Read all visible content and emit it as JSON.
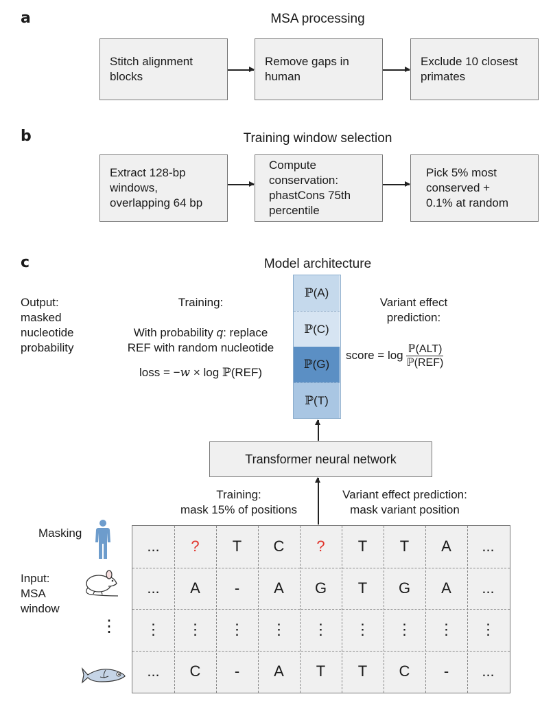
{
  "panel_a": {
    "letter": "a",
    "title": "MSA processing",
    "steps": [
      [
        "Stitch alignment",
        "blocks"
      ],
      [
        "Remove gaps in",
        "human"
      ],
      [
        "Exclude 10 closest",
        "primates"
      ]
    ]
  },
  "panel_b": {
    "letter": "b",
    "title": "Training window selection",
    "steps": [
      [
        "Extract 128-bp",
        "windows,",
        "overlapping 64 bp"
      ],
      [
        "Compute",
        "conservation:",
        "phastCons 75th",
        "percentile"
      ],
      [
        "Pick 5% most",
        "conserved +",
        "0.1% at random"
      ]
    ]
  },
  "panel_c": {
    "letter": "c",
    "title": "Model architecture",
    "output_label": [
      "Output:",
      "masked",
      "nucleotide",
      "probability"
    ],
    "training": {
      "heading": "Training:",
      "line1_pre": "With probability ",
      "line1_var": "q",
      "line1_post": ": replace",
      "line2": "REF with random nucleotide",
      "loss_pre": "loss = −",
      "loss_var": "w",
      "loss_mid": " × log ",
      "loss_bb": "ℙ",
      "loss_post": "(REF)"
    },
    "vep": {
      "heading1": "Variant effect",
      "heading2": "prediction:",
      "score_pre": "score = log",
      "num": "ℙ(ALT)",
      "den": "ℙ(REF)"
    },
    "probs": [
      {
        "bb": "ℙ",
        "label": "(A)",
        "color": "#c5d9ec"
      },
      {
        "bb": "ℙ",
        "label": "(C)",
        "color": "#d6e4f2"
      },
      {
        "bb": "ℙ",
        "label": "(G)",
        "color": "#5b8fc4"
      },
      {
        "bb": "ℙ",
        "label": "(T)",
        "color": "#a9c6e3"
      }
    ],
    "transformer_label": "Transformer neural network",
    "mask_training": [
      "Training:",
      "mask 15% of positions"
    ],
    "mask_vep": [
      "Variant effect prediction:",
      "mask variant position"
    ],
    "masking_label": "Masking",
    "input_label": [
      "Input:",
      "MSA",
      "window"
    ],
    "row_dots": "⋮",
    "grid_rows": [
      [
        "...",
        "?",
        "T",
        "C",
        "?",
        "T",
        "T",
        "A",
        "..."
      ],
      [
        "...",
        "A",
        "-",
        "A",
        "G",
        "T",
        "G",
        "A",
        "..."
      ],
      [
        "⋮",
        "⋮",
        "⋮",
        "⋮",
        "⋮",
        "⋮",
        "⋮",
        "⋮",
        "⋮"
      ],
      [
        "...",
        "C",
        "-",
        "A",
        "T",
        "T",
        "C",
        "-",
        "..."
      ]
    ],
    "mask_color": "#e0342c"
  }
}
